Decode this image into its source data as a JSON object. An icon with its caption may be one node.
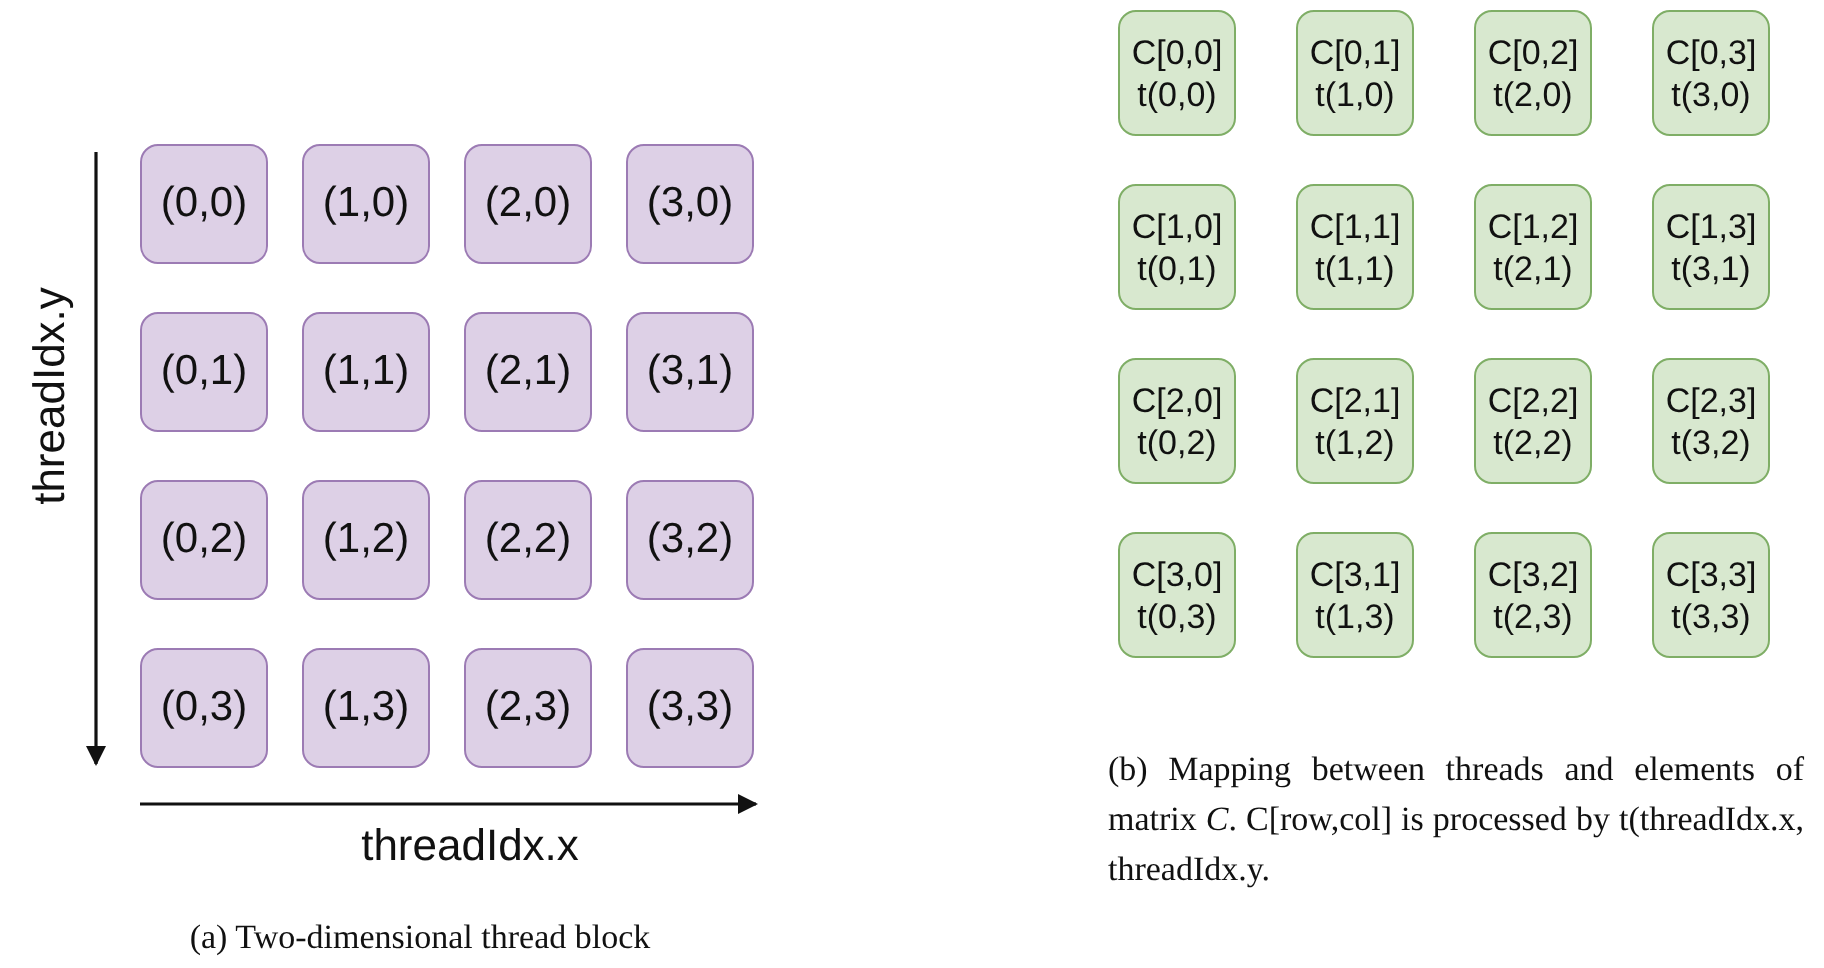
{
  "diagram": {
    "nodes": [
      {
        "text": [
          "(0,0)"
        ]
      },
      {
        "text": [
          "(1,0)"
        ]
      },
      {
        "text": [
          "(2,0)"
        ]
      },
      {
        "text": [
          "(3,0)"
        ]
      },
      {
        "text": [
          "(0,1)"
        ]
      },
      {
        "text": [
          "(1,1)"
        ]
      },
      {
        "text": [
          "(2,1)"
        ]
      },
      {
        "text": [
          "(3,1)"
        ]
      },
      {
        "text": [
          "(0,2)"
        ]
      },
      {
        "text": [
          "(1,2)"
        ]
      },
      {
        "text": [
          "(2,2)"
        ]
      },
      {
        "text": [
          "(3,2)"
        ]
      },
      {
        "text": [
          "(0,3)"
        ]
      },
      {
        "text": [
          "(1,3)"
        ]
      },
      {
        "text": [
          "(2,3)"
        ]
      },
      {
        "text": [
          "(3,3)"
        ]
      },
      {
        "text": [
          "C[0,0]",
          "t(0,0)"
        ]
      },
      {
        "text": [
          "C[0,1]",
          "t(1,0)"
        ]
      },
      {
        "text": [
          "C[0,2]",
          "t(2,0)"
        ]
      },
      {
        "text": [
          "C[0,3]",
          "t(3,0)"
        ]
      },
      {
        "text": [
          "C[1,0]",
          "t(0,1)"
        ]
      },
      {
        "text": [
          "C[1,1]",
          "t(1,1)"
        ]
      },
      {
        "text": [
          "C[1,2]",
          "t(2,1)"
        ]
      },
      {
        "text": [
          "C[1,3]",
          "t(3,1)"
        ]
      },
      {
        "text": [
          "C[2,0]",
          "t(0,2)"
        ]
      },
      {
        "text": [
          "C[2,1]",
          "t(1,2)"
        ]
      },
      {
        "text": [
          "C[2,2]",
          "t(2,2)"
        ]
      },
      {
        "text": [
          "C[2,3]",
          "t(3,2)"
        ]
      },
      {
        "text": [
          "C[3,0]",
          "t(0,3)"
        ]
      },
      {
        "text": [
          "C[3,1]",
          "t(1,3)"
        ]
      },
      {
        "text": [
          "C[3,2]",
          "t(2,3)"
        ]
      },
      {
        "text": [
          "C[3,3]",
          "t(3,3)"
        ]
      }
    ],
    "edges": [],
    "labels": [
      "threadIdx.y",
      "threadIdx.x",
      "(a) Two-dimensional thread block",
      "(b) Mapping between threads and elements of matrix *C*. C[row,col] is processed by t(threadIdx.x, threadIdx.y."
    ]
  }
}
